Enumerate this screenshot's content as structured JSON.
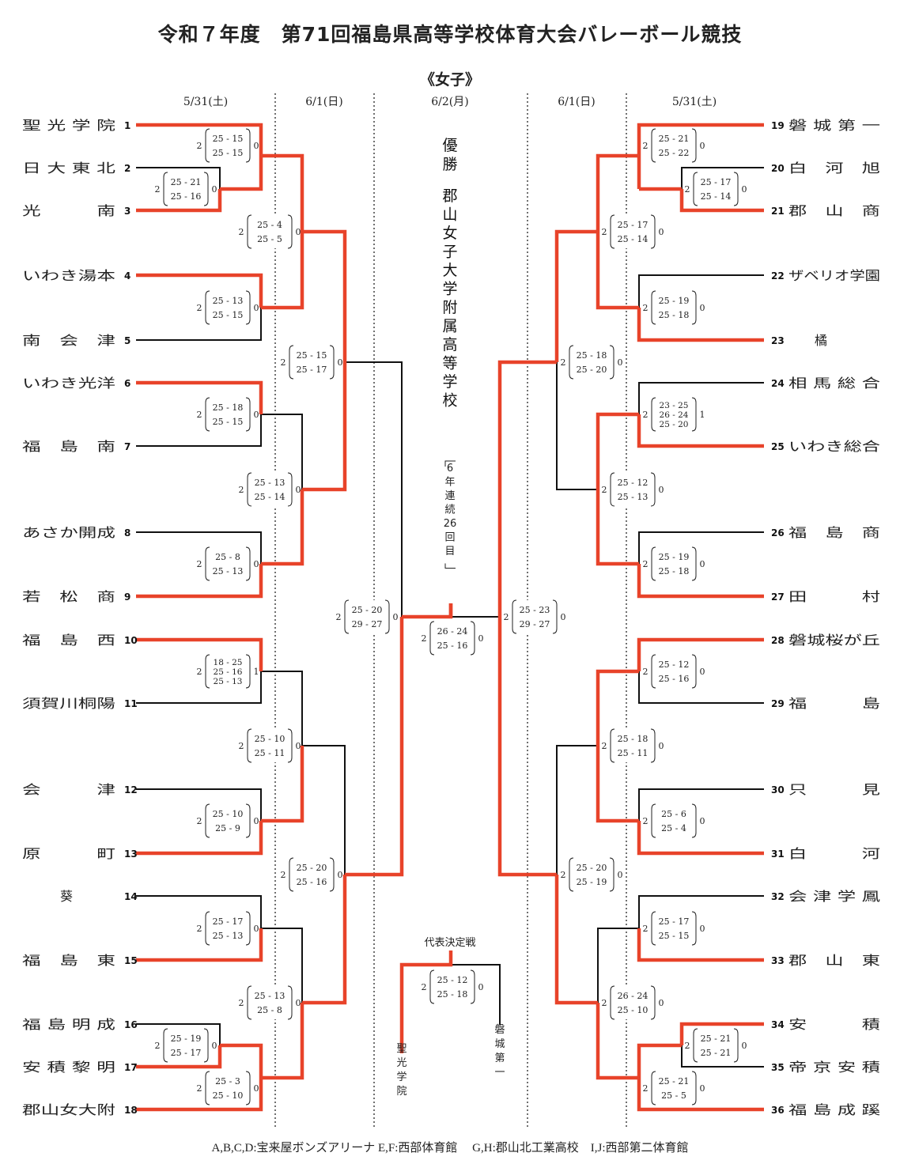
{
  "title": "令和７年度　第71回福島県高等学校体育大会バレーボール競技",
  "division": "《女子》",
  "dates": [
    "5/31(土)",
    "6/1(日)",
    "6/2(月)",
    "6/1(日)",
    "5/31(土)"
  ],
  "colors": {
    "winner_line": "#e8432a",
    "line": "#111111",
    "divider": "#333333"
  },
  "champion": {
    "label": "優勝",
    "team": "郡山女子大学附属高等学校",
    "note": "〔6年連続26回目〕"
  },
  "footer": "A,B,C,D:宝来屋ボンズアリーナ  E,F:西部体育館　 G,H:郡山北工業高校　I,J:西部第二体育館",
  "teams": {
    "left": [
      {
        "seed": "1",
        "name": "聖 光 学 院"
      },
      {
        "seed": "2",
        "name": "日 大 東 北"
      },
      {
        "seed": "3",
        "name": "光　　　南"
      },
      {
        "seed": "4",
        "name": "いわき湯本"
      },
      {
        "seed": "5",
        "name": "南　会　津"
      },
      {
        "seed": "6",
        "name": "いわき光洋"
      },
      {
        "seed": "7",
        "name": "福　島　南"
      },
      {
        "seed": "8",
        "name": "あさか開成"
      },
      {
        "seed": "9",
        "name": "若　松　商"
      },
      {
        "seed": "10",
        "name": "福　島　西"
      },
      {
        "seed": "11",
        "name": "須賀川桐陽"
      },
      {
        "seed": "12",
        "name": "会　　　津"
      },
      {
        "seed": "13",
        "name": "原　　　町"
      },
      {
        "seed": "14",
        "name": "葵"
      },
      {
        "seed": "15",
        "name": "福　島　東"
      },
      {
        "seed": "16",
        "name": "福 島 明 成"
      },
      {
        "seed": "17",
        "name": "安 積 黎 明"
      },
      {
        "seed": "18",
        "name": "郡山女大附"
      }
    ],
    "right": [
      {
        "seed": "19",
        "name": "磐 城 第 一"
      },
      {
        "seed": "20",
        "name": "白　河　旭"
      },
      {
        "seed": "21",
        "name": "郡　山　商"
      },
      {
        "seed": "22",
        "name": "ザベリオ学園"
      },
      {
        "seed": "23",
        "name": "橘"
      },
      {
        "seed": "24",
        "name": "相 馬 総 合"
      },
      {
        "seed": "25",
        "name": "いわき総合"
      },
      {
        "seed": "26",
        "name": "福　島　商"
      },
      {
        "seed": "27",
        "name": "田　　　村"
      },
      {
        "seed": "28",
        "name": "磐城桜が丘"
      },
      {
        "seed": "29",
        "name": "福　　　島"
      },
      {
        "seed": "30",
        "name": "只　　　見"
      },
      {
        "seed": "31",
        "name": "白　　　河"
      },
      {
        "seed": "32",
        "name": "会 津 学 鳳"
      },
      {
        "seed": "33",
        "name": "郡　山　東"
      },
      {
        "seed": "34",
        "name": "安　　　積"
      },
      {
        "seed": "35",
        "name": "帝 京 安 積"
      },
      {
        "seed": "36",
        "name": "福 島 成 蹊"
      }
    ]
  },
  "scores": [
    {
      "id": "m1-23",
      "a": "2",
      "b": "0",
      "sets": [
        "25 - 21",
        "25 - 16"
      ]
    },
    {
      "id": "m1-1",
      "a": "2",
      "b": "0",
      "sets": [
        "25 - 15",
        "25 - 15"
      ]
    },
    {
      "id": "m1-45",
      "a": "2",
      "b": "0",
      "sets": [
        "25 - 13",
        "25 - 15"
      ]
    },
    {
      "id": "m1-67",
      "a": "2",
      "b": "0",
      "sets": [
        "25 - 18",
        "25 - 15"
      ]
    },
    {
      "id": "m1-89",
      "a": "2",
      "b": "0",
      "sets": [
        "25 - 8",
        "25 - 13"
      ]
    },
    {
      "id": "m1-1011",
      "a": "2",
      "b": "1",
      "sets": [
        "18 - 25",
        "25 - 16",
        "25 - 13"
      ]
    },
    {
      "id": "m1-1213",
      "a": "2",
      "b": "0",
      "sets": [
        "25 - 10",
        "25 - 9"
      ]
    },
    {
      "id": "m1-1415",
      "a": "2",
      "b": "0",
      "sets": [
        "25 - 17",
        "25 - 13"
      ]
    },
    {
      "id": "m1-1617",
      "a": "2",
      "b": "0",
      "sets": [
        "25 - 19",
        "25 - 17"
      ]
    },
    {
      "id": "m1-18",
      "a": "2",
      "b": "0",
      "sets": [
        "25 - 3",
        "25 - 10"
      ]
    },
    {
      "id": "m2-L1",
      "a": "2",
      "b": "0",
      "sets": [
        "25 - 4",
        "25 - 5"
      ]
    },
    {
      "id": "m2-L2",
      "a": "2",
      "b": "0",
      "sets": [
        "25 - 13",
        "25 - 14"
      ]
    },
    {
      "id": "m2-L3",
      "a": "2",
      "b": "0",
      "sets": [
        "25 - 10",
        "25 - 11"
      ]
    },
    {
      "id": "m2-L4",
      "a": "2",
      "b": "0",
      "sets": [
        "25 - 13",
        "25 - 8"
      ]
    },
    {
      "id": "m3-L1",
      "a": "2",
      "b": "0",
      "sets": [
        "25 - 15",
        "25 - 17"
      ]
    },
    {
      "id": "m3-L2",
      "a": "2",
      "b": "0",
      "sets": [
        "25 - 20",
        "25 - 16"
      ]
    },
    {
      "id": "sf-L",
      "a": "2",
      "b": "0",
      "sets": [
        "25 - 20",
        "29 - 27"
      ]
    },
    {
      "id": "final",
      "a": "2",
      "b": "0",
      "sets": [
        "26 - 24",
        "25 - 16"
      ]
    },
    {
      "id": "sf-R",
      "a": "2",
      "b": "0",
      "sets": [
        "25 - 23",
        "29 - 27"
      ]
    },
    {
      "id": "m3-R1",
      "a": "2",
      "b": "0",
      "sets": [
        "25 - 18",
        "25 - 20"
      ]
    },
    {
      "id": "m3-R2",
      "a": "2",
      "b": "0",
      "sets": [
        "25 - 20",
        "25 - 19"
      ]
    },
    {
      "id": "m2-R1",
      "a": "2",
      "b": "0",
      "sets": [
        "25 - 17",
        "25 - 14"
      ]
    },
    {
      "id": "m2-R2",
      "a": "2",
      "b": "0",
      "sets": [
        "25 - 12",
        "25 - 13"
      ]
    },
    {
      "id": "m2-R3",
      "a": "2",
      "b": "0",
      "sets": [
        "25 - 18",
        "25 - 11"
      ]
    },
    {
      "id": "m2-R4",
      "a": "2",
      "b": "0",
      "sets": [
        "26 - 24",
        "25 - 10"
      ]
    },
    {
      "id": "m1-19",
      "a": "2",
      "b": "0",
      "sets": [
        "25 - 21",
        "25 - 22"
      ]
    },
    {
      "id": "m1-2021",
      "a": "2",
      "b": "0",
      "sets": [
        "25 - 17",
        "25 - 14"
      ]
    },
    {
      "id": "m1-2223",
      "a": "2",
      "b": "0",
      "sets": [
        "25 - 19",
        "25 - 18"
      ]
    },
    {
      "id": "m1-2425",
      "a": "2",
      "b": "1",
      "sets": [
        "23 - 25",
        "26 - 24",
        "25 - 20"
      ]
    },
    {
      "id": "m1-2627",
      "a": "2",
      "b": "0",
      "sets": [
        "25 - 19",
        "25 - 18"
      ]
    },
    {
      "id": "m1-2829",
      "a": "2",
      "b": "0",
      "sets": [
        "25 - 12",
        "25 - 16"
      ]
    },
    {
      "id": "m1-3031",
      "a": "2",
      "b": "0",
      "sets": [
        "25 - 6",
        "25 - 4"
      ]
    },
    {
      "id": "m1-3233",
      "a": "2",
      "b": "0",
      "sets": [
        "25 - 17",
        "25 - 15"
      ]
    },
    {
      "id": "m1-3435",
      "a": "2",
      "b": "0",
      "sets": [
        "25 - 21",
        "25 - 21"
      ]
    },
    {
      "id": "m1-36",
      "a": "2",
      "b": "0",
      "sets": [
        "25 - 21",
        "25 - 5"
      ]
    },
    {
      "id": "rep",
      "a": "2",
      "b": "0",
      "sets": [
        "25 - 12",
        "25 - 18"
      ]
    }
  ],
  "rep_match": {
    "label": "代表決定戦",
    "left_team": "聖光学院",
    "right_team": "磐城第一"
  }
}
